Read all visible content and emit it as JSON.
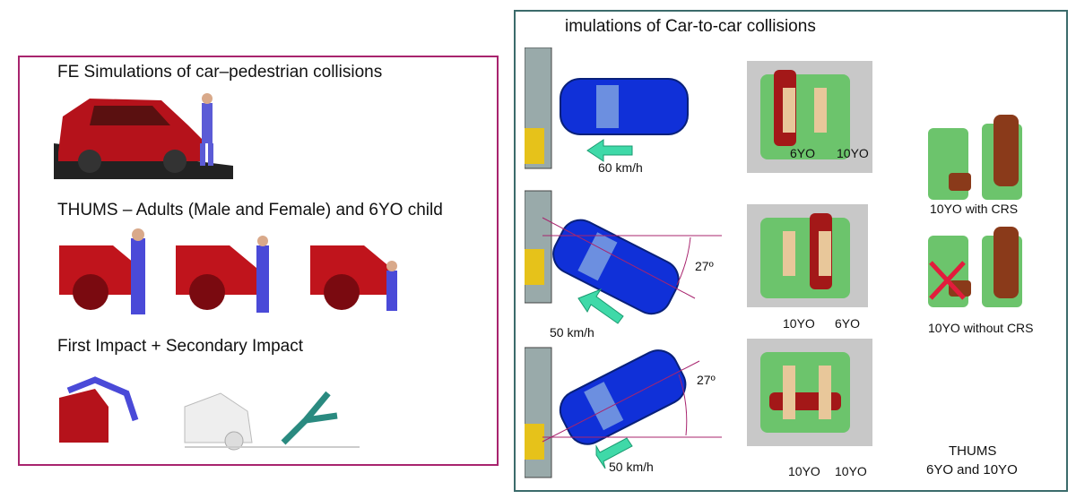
{
  "left_panel": {
    "title": "FE Simulations of car–pedestrian collisions",
    "thums_heading": "THUMS – Adults (Male and Female) and 6YO child",
    "impact_heading": "First Impact + Secondary Impact"
  },
  "right_panel": {
    "title": "imulations of Car-to-car collisions",
    "scenarios": [
      {
        "speed": "60 km/h",
        "occupants": [
          "6YO",
          "10YO"
        ]
      },
      {
        "speed": "50 km/h",
        "angle": "27º",
        "occupants": [
          "10YO",
          "6YO"
        ]
      },
      {
        "speed": "50 km/h",
        "angle": "27º",
        "occupants": [
          "10YO",
          "10YO"
        ]
      }
    ],
    "crs_with": "10YO with CRS",
    "crs_without": "10YO without CRS",
    "model_line1": "THUMS",
    "model_line2": "6YO and 10YO"
  },
  "colors": {
    "left_border": "#a8246e",
    "right_border": "#3b6b6b",
    "car_red": "#b5121b",
    "car_blue": "#1030d8",
    "arrow": "#3fd9a8",
    "seat_green": "#6cc46c",
    "crs_brown": "#8a3a1a"
  }
}
